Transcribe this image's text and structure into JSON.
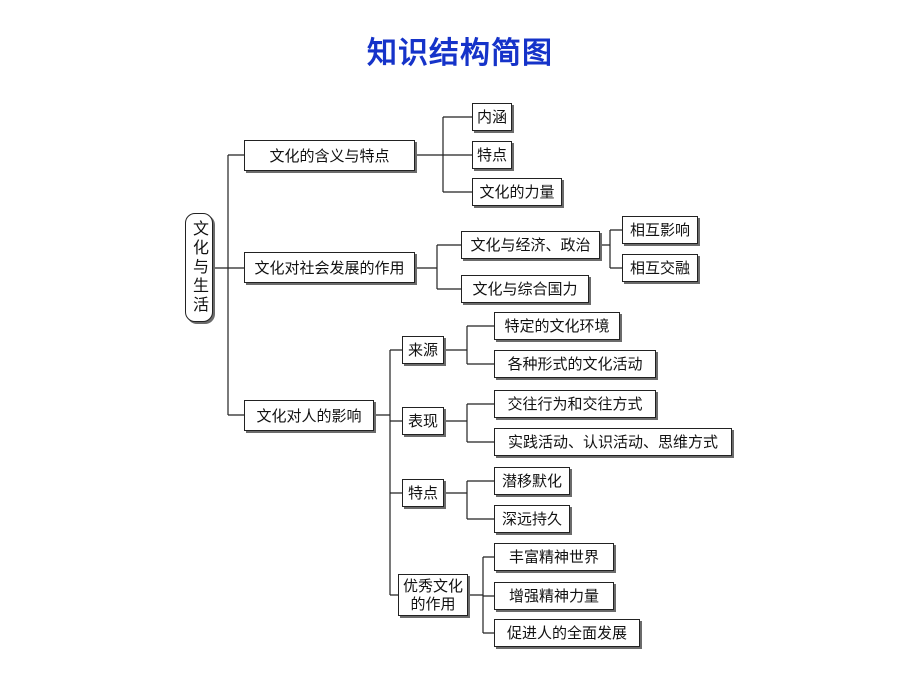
{
  "title": "知识结构简图",
  "root": "文化与生活",
  "branches": {
    "b1": {
      "label": "文化的含义与特点",
      "children": [
        "内涵",
        "特点",
        "文化的力量"
      ]
    },
    "b2": {
      "label": "文化对社会发展的作用",
      "c1": {
        "label": "文化与经济、政治",
        "children": [
          "相互影响",
          "相互交融"
        ]
      },
      "c2": {
        "label": "文化与综合国力"
      }
    },
    "b3": {
      "label": "文化对人的影响",
      "source": {
        "label": "来源",
        "children": [
          "特定的文化环境",
          "各种形式的文化活动"
        ]
      },
      "performance": {
        "label": "表现",
        "children": [
          "交往行为和交往方式",
          "实践活动、认识活动、思维方式"
        ]
      },
      "features": {
        "label": "特点",
        "children": [
          "潜移默化",
          "深远持久"
        ]
      },
      "role": {
        "label_line1": "优秀文化",
        "label_line2": "的作用",
        "children": [
          "丰富精神世界",
          "增强精神力量",
          "促进人的全面发展"
        ]
      }
    }
  }
}
